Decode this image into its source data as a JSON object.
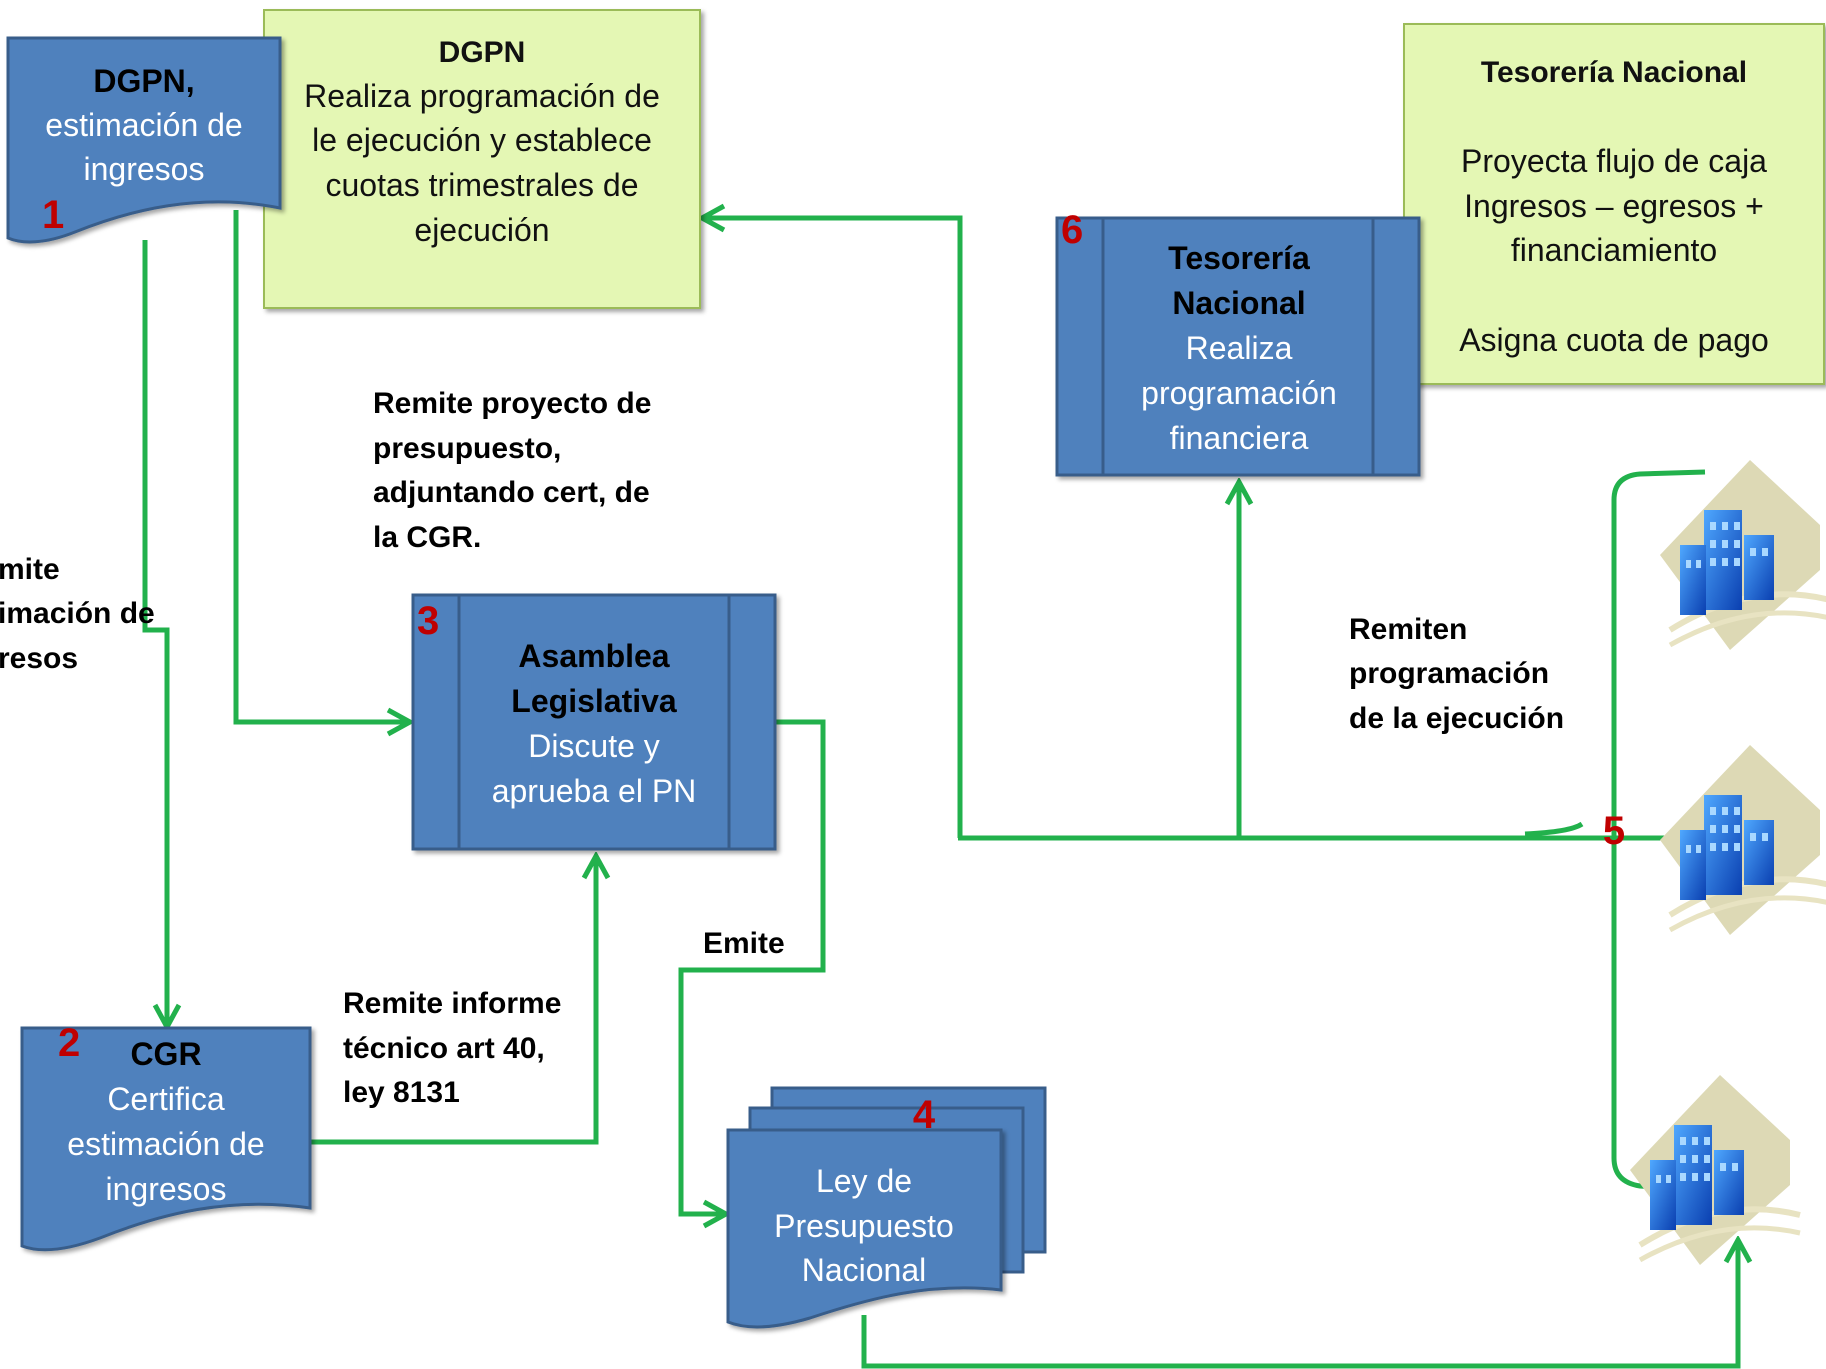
{
  "colors": {
    "box_fill": "#4f81bd",
    "box_stroke": "#385d8a",
    "note_fill": "#e4f7b4",
    "note_stroke": "#9bbb59",
    "arrow": "#22b14c",
    "step_number": "#c00000"
  },
  "nodes": {
    "dgpn_estimacion": {
      "number": "1",
      "title": "DGPN,",
      "line1": "estimación de",
      "line2": "ingresos"
    },
    "cgr": {
      "number": "2",
      "title": "CGR",
      "line1": "Certifica",
      "line2": "estimación de",
      "line3": "ingresos"
    },
    "asamblea": {
      "number": "3",
      "title1": "Asamblea",
      "title2": "Legislativa",
      "line1": "Discute y",
      "line2": "aprueba el PN"
    },
    "ley_presupuesto": {
      "number": "4",
      "line1": "Ley de",
      "line2": "Presupuesto",
      "line3": "Nacional"
    },
    "instituciones": {
      "number": "5"
    },
    "tesoreria_box": {
      "number": "6",
      "title1": "Tesorería",
      "title2": "Nacional",
      "line1": "Realiza",
      "line2": "programación",
      "line3": "financiera"
    }
  },
  "notes": {
    "dgpn_note": {
      "title": "DGPN",
      "line1": "Realiza programación de",
      "line2": "le ejecución y  establece",
      "line3": "cuotas trimestrales de",
      "line4": "ejecución"
    },
    "tesoreria_note": {
      "title": "Tesorería Nacional",
      "line1": "Proyecta  flujo de caja",
      "line2": "Ingresos – egresos +",
      "line3": "financiamiento",
      "line4": "Asigna  cuota  de pago"
    }
  },
  "labels": {
    "remite_proyecto": {
      "line1": "Remite  proyecto de",
      "line2": "presupuesto,",
      "line3": "adjuntando cert, de",
      "line4": "la CGR."
    },
    "remite_estimacion": {
      "line1": "mite",
      "line2": "imación de",
      "line3": "resos"
    },
    "remiten_programacion": {
      "line1": "Remiten",
      "line2": "programación",
      "line3": "de la ejecución"
    },
    "emite": "Emite",
    "remite_informe": {
      "line1": "Remite informe",
      "line2": "técnico  art 40,",
      "line3": "ley 8131"
    }
  }
}
